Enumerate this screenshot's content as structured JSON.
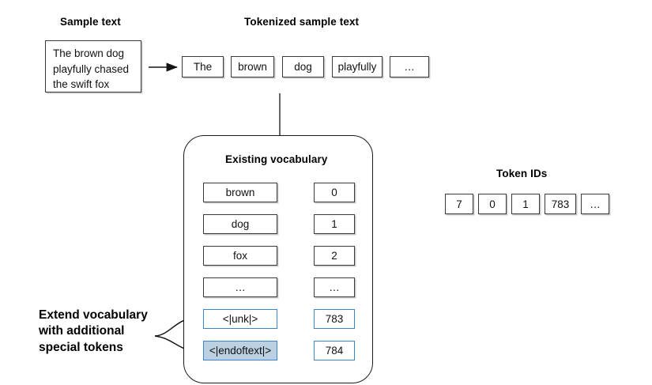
{
  "diagram": {
    "title_sample": "Sample text",
    "title_tokenized": "Tokenized sample text",
    "title_vocab": "Existing vocabulary",
    "title_token_ids": "Token IDs"
  },
  "sample_text": {
    "lines": "The brown dog playfully chased the swift fox",
    "line1": "The brown dog",
    "line2": "playfully chased",
    "line3": "the swift fox"
  },
  "tokens": [
    {
      "label": "The"
    },
    {
      "label": "brown"
    },
    {
      "label": "dog"
    },
    {
      "label": "playfully"
    },
    {
      "label": "…"
    }
  ],
  "vocabulary": {
    "rows": [
      {
        "token": "brown",
        "id": "0",
        "style": "plain",
        "arrow": "black"
      },
      {
        "token": "dog",
        "id": "1",
        "style": "plain",
        "arrow": "black"
      },
      {
        "token": "fox",
        "id": "2",
        "style": "plain",
        "arrow": "black"
      },
      {
        "token": "…",
        "id": "…",
        "style": "plain",
        "arrow": "black"
      },
      {
        "token": "<|unk|>",
        "id": "783",
        "style": "blue",
        "arrow": "blue"
      },
      {
        "token": "<|endoftext|>",
        "id": "784",
        "style": "selected",
        "arrow": "blue"
      }
    ]
  },
  "token_ids": [
    {
      "value": "7"
    },
    {
      "value": "0"
    },
    {
      "value": "1"
    },
    {
      "value": "783"
    },
    {
      "value": "…"
    }
  ],
  "annotation": {
    "line1": "Extend vocabulary",
    "line2": "with additional",
    "line3": "special tokens"
  },
  "colors": {
    "accent_blue": "#3d85c8",
    "selection_fill": "#bcd0e3",
    "outline": "#3a3a3a",
    "panel_outline": "#1a1a1a",
    "background": "#ffffff"
  }
}
